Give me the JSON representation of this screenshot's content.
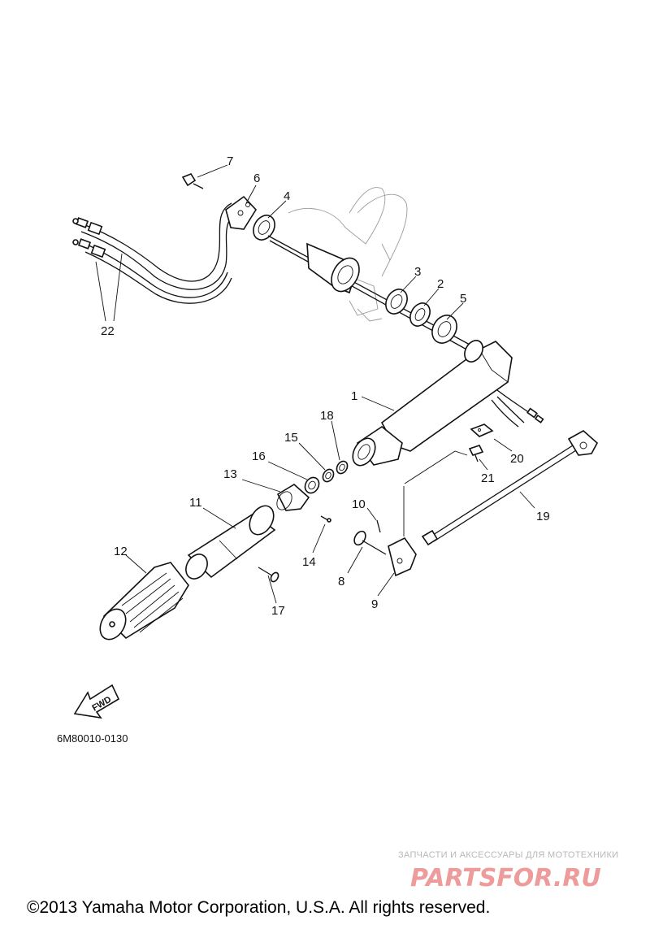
{
  "diagram": {
    "part_labels": [
      {
        "id": "1",
        "text": "1"
      },
      {
        "id": "2",
        "text": "2"
      },
      {
        "id": "3",
        "text": "3"
      },
      {
        "id": "4",
        "text": "4"
      },
      {
        "id": "5",
        "text": "5"
      },
      {
        "id": "6",
        "text": "6"
      },
      {
        "id": "7",
        "text": "7"
      },
      {
        "id": "8",
        "text": "8"
      },
      {
        "id": "9",
        "text": "9"
      },
      {
        "id": "10",
        "text": "10"
      },
      {
        "id": "11",
        "text": "11"
      },
      {
        "id": "12",
        "text": "12"
      },
      {
        "id": "13",
        "text": "13"
      },
      {
        "id": "14",
        "text": "14"
      },
      {
        "id": "15",
        "text": "15"
      },
      {
        "id": "16",
        "text": "16"
      },
      {
        "id": "17",
        "text": "17"
      },
      {
        "id": "18",
        "text": "18"
      },
      {
        "id": "19",
        "text": "19"
      },
      {
        "id": "20",
        "text": "20"
      },
      {
        "id": "21",
        "text": "21"
      },
      {
        "id": "22",
        "text": "22"
      }
    ],
    "fwd_arrow_text": "FWD",
    "diagram_code": "6M80010-0130"
  },
  "watermark": {
    "tagline": "ЗАПЧАСТИ И АКСЕССУАРЫ ДЛЯ МОТОТЕХНИКИ",
    "brand": "PARTSFOR.RU"
  },
  "footer": {
    "copyright": "©2013 Yamaha Motor Corporation, U.S.A. All rights reserved."
  }
}
